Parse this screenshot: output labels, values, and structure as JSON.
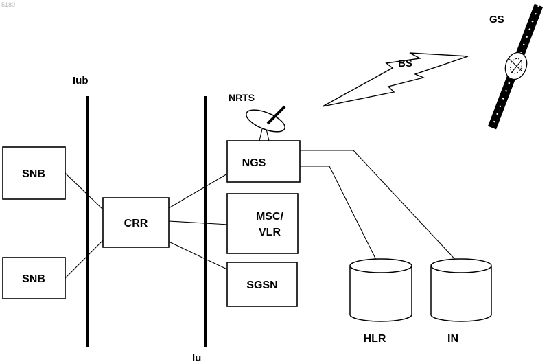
{
  "figure_id": "5180",
  "interface_labels": {
    "iub": "Iub",
    "iu": "Iu"
  },
  "nodes": {
    "snb_top": "SNB",
    "snb_bottom": "SNB",
    "crr": "CRR",
    "ngs": "NGS",
    "msc_line1": "MSC/",
    "msc_line2": "VLR",
    "sgsn": "SGSN",
    "hlr": "HLR",
    "in": "IN",
    "nrts": "NRTS",
    "bs": "BS",
    "gs": "GS"
  }
}
